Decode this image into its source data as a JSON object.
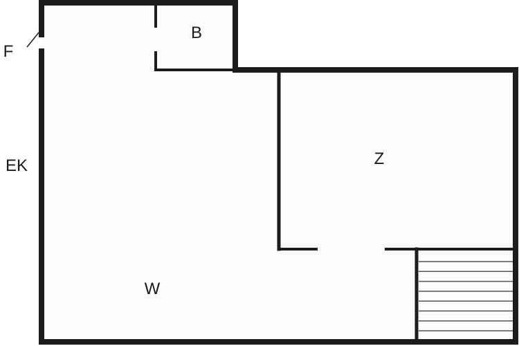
{
  "plan": {
    "colors": {
      "wall": "#1c1c1c",
      "floor": "#fdfcfb",
      "background": "#ffffff",
      "stair_line": "#555555"
    },
    "labels": {
      "entrance": "F",
      "outside": "EK",
      "bathroom": "B",
      "room_z": "Z",
      "room_w": "W"
    },
    "stairs": {
      "step_lines": 8
    }
  }
}
